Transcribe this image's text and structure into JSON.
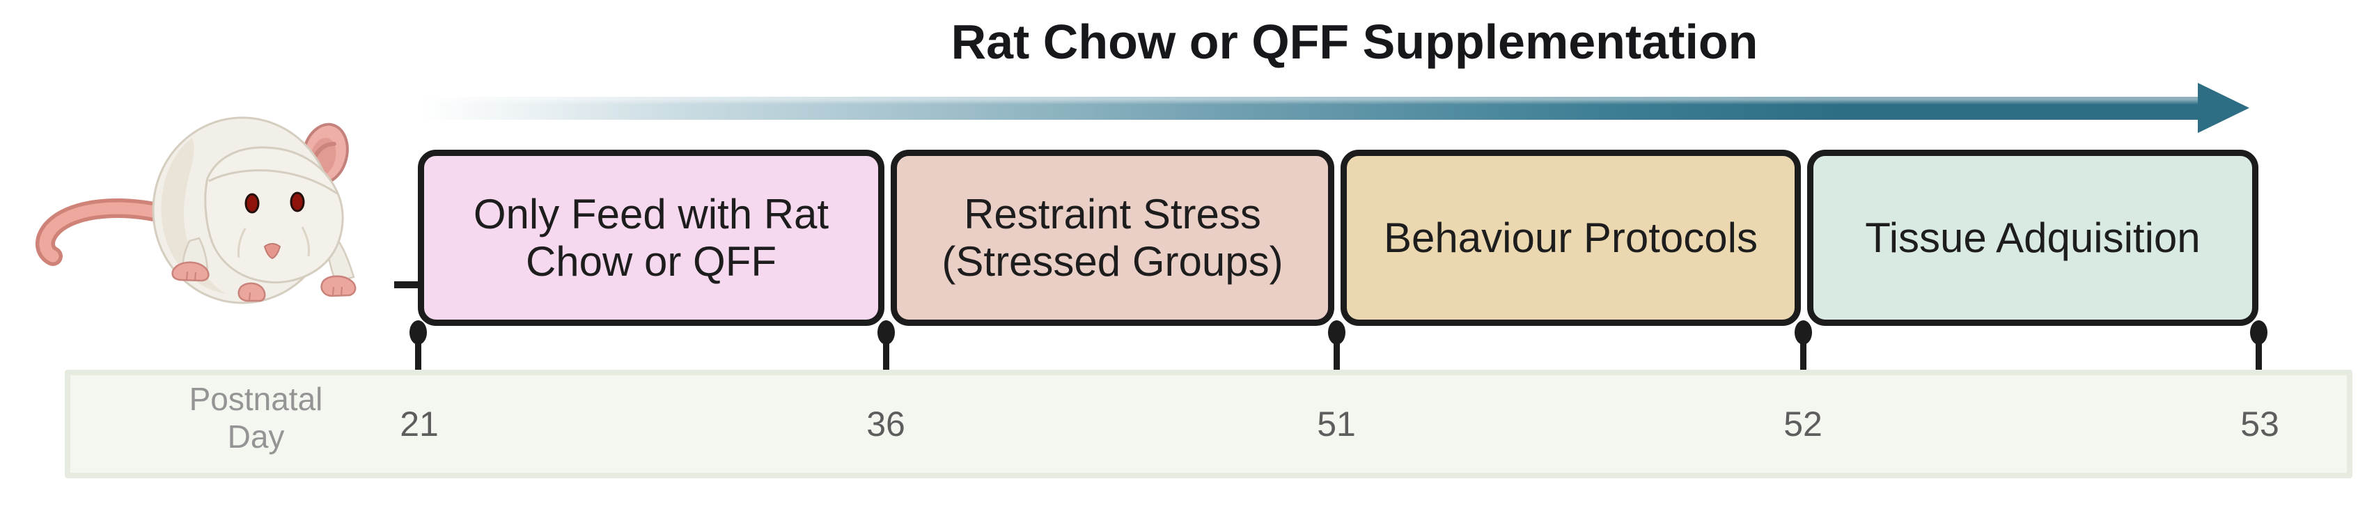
{
  "figure": {
    "title": "Rat Chow or QFF Supplementation"
  },
  "phases": [
    {
      "label": "Only Feed with Rat Chow or QFF",
      "fill": "#f6d9ee",
      "from_day": "21",
      "to_day": "36"
    },
    {
      "label": "Restraint Stress (Stressed Groups)",
      "fill": "#eacfc6",
      "from_day": "36",
      "to_day": "51"
    },
    {
      "label": "Behaviour Protocols",
      "fill": "#ecd8b0",
      "from_day": "51",
      "to_day": "52"
    },
    {
      "label": "Tissue Adquisition",
      "fill": "#d9eae2",
      "from_day": "52",
      "to_day": "53"
    }
  ],
  "timeline": {
    "axis_label_line1": "Postnatal",
    "axis_label_line2": "Day",
    "days": [
      "21",
      "36",
      "51",
      "52",
      "53"
    ]
  },
  "colors": {
    "arrow_teal": "#2d6e84",
    "box_border_black": "#1c1c1c",
    "timeline_fill": "#f3f7f0",
    "timeline_border": "#e5ecdf",
    "axis_label_gray": "#949494",
    "day_number_gray": "#5d5d5d",
    "title_black": "#17181c"
  },
  "illustration": {
    "name": "white-lab-mouse"
  }
}
